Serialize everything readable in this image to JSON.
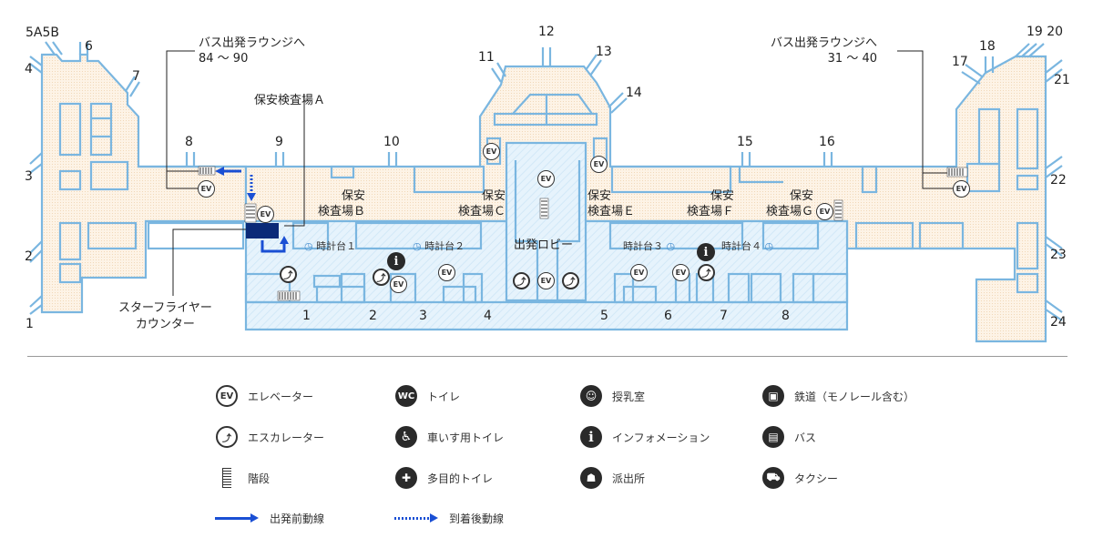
{
  "colors": {
    "outline": "#7ab6e0",
    "landside": "#fbead6",
    "airside": "#e3f2fc",
    "star_counter": "#0a2a78",
    "route": "#1a4fd4"
  },
  "gates_top": [
    "5A5B",
    "6",
    "7",
    "8",
    "9",
    "10",
    "11",
    "12",
    "13",
    "14",
    "15",
    "16",
    "17",
    "18",
    "19 20",
    "21"
  ],
  "gates_left": [
    "4",
    "3",
    "2",
    "1"
  ],
  "gates_right": [
    "22",
    "23",
    "24"
  ],
  "lobby_gates": [
    "1",
    "2",
    "3",
    "4",
    "5",
    "6",
    "7",
    "8"
  ],
  "bus_lounge_left": {
    "line1": "バス出発ラウンジへ",
    "line2": "84 ～ 90"
  },
  "bus_lounge_right": {
    "line1": "バス出発ラウンジへ",
    "line2": "31 ～ 40"
  },
  "security_a": "保安検査場Ａ",
  "security": [
    {
      "line1": "保安",
      "line2": "検査場Ｂ"
    },
    {
      "line1": "保安",
      "line2": "検査場Ｃ"
    },
    {
      "line1": "保安",
      "line2": "検査場Ｅ"
    },
    {
      "line1": "保安",
      "line2": "検査場Ｆ"
    },
    {
      "line1": "保安",
      "line2": "検査場Ｇ"
    }
  ],
  "departure_lobby": "出発ロビー",
  "clocks": [
    "時計台１",
    "時計台２",
    "時計台３",
    "時計台４"
  ],
  "star_flyer": {
    "line1": "スターフライヤー",
    "line2": "カウンター"
  },
  "ev_text": "EV",
  "wc_text": "WC",
  "legend": [
    {
      "icon": "elevator-icon",
      "label": "エレベーター"
    },
    {
      "icon": "escalator-icon",
      "label": "エスカレーター"
    },
    {
      "icon": "stairs-icon",
      "label": "階段"
    },
    {
      "icon": "departure-route-icon",
      "label": "出発前動線"
    },
    {
      "icon": "toilet-icon",
      "label": "トイレ"
    },
    {
      "icon": "wheelchair-toilet-icon",
      "label": "車いす用トイレ"
    },
    {
      "icon": "multipurpose-toilet-icon",
      "label": "多目的トイレ"
    },
    {
      "icon": "arrival-route-icon",
      "label": "到着後動線"
    },
    {
      "icon": "nursing-room-icon",
      "label": "授乳室"
    },
    {
      "icon": "information-icon",
      "label": "インフォメーション"
    },
    {
      "icon": "police-box-icon",
      "label": "派出所"
    },
    {
      "icon": "railway-icon",
      "label": "鉄道（モノレール含む）"
    },
    {
      "icon": "bus-icon",
      "label": "バス"
    },
    {
      "icon": "taxi-icon",
      "label": "タクシー"
    }
  ]
}
